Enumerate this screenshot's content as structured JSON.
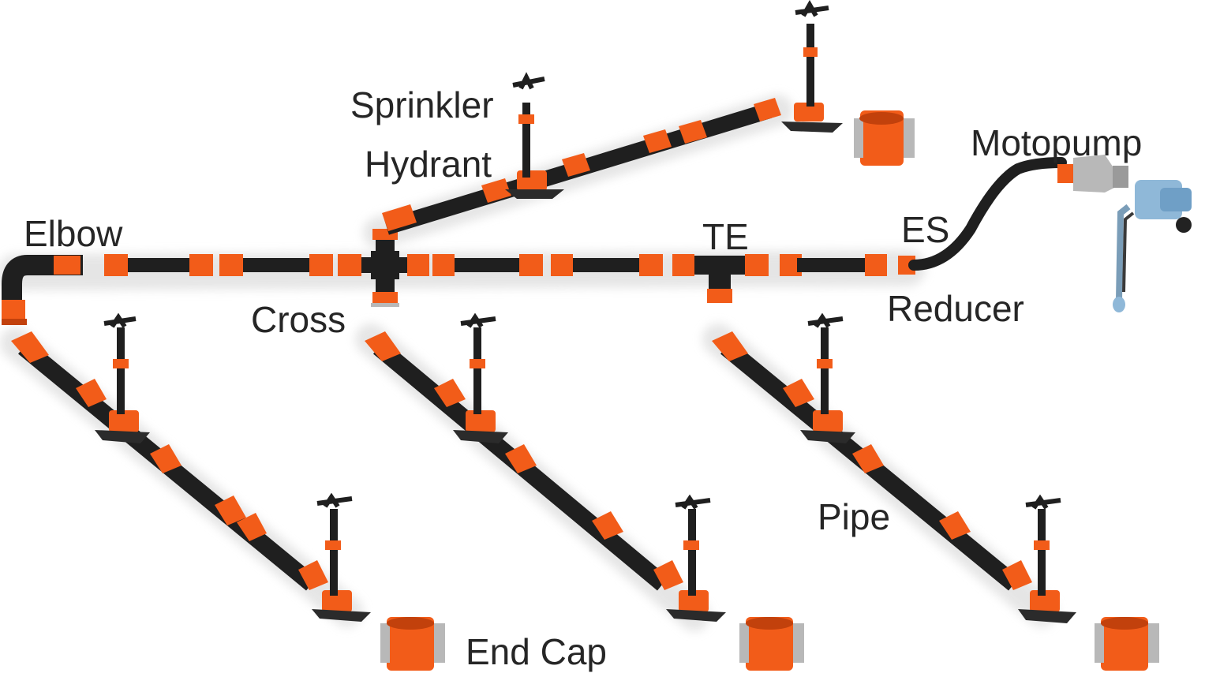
{
  "labels": {
    "sprinkler": "Sprinkler",
    "hydrant": "Hydrant",
    "elbow": "Elbow",
    "cross": "Cross",
    "te": "TE",
    "es": "ES",
    "reducer": "Reducer",
    "motopump": "Motopump",
    "pipe": "Pipe",
    "end_cap": "End Cap"
  },
  "colors": {
    "pipe": "#1f1f1f",
    "fitting": "#f25c19",
    "fitting_dark": "#c2410c",
    "clamp": "#b8b8b8",
    "pump": "#8fb8d8",
    "shadow": "#d9d9d9"
  }
}
